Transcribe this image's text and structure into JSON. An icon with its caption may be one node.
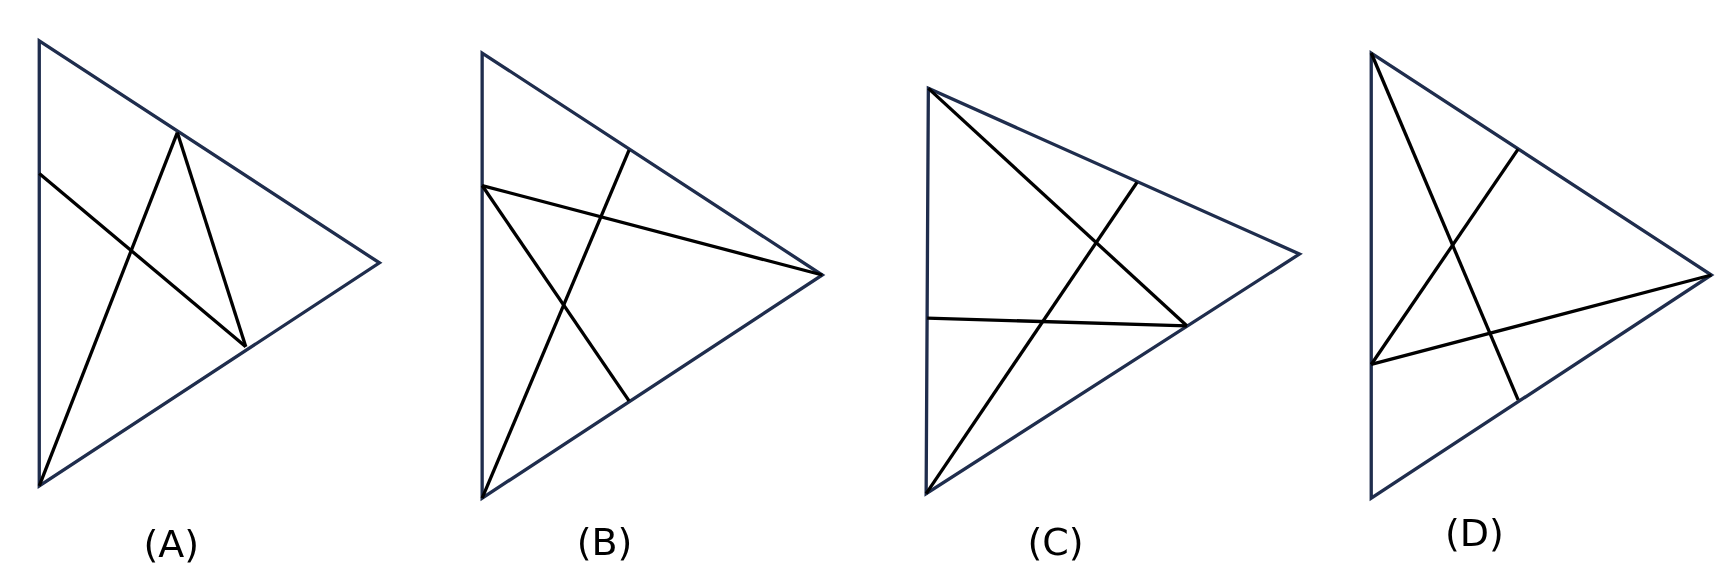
{
  "diagram": {
    "labels": [
      "(A)",
      "(B)",
      "(C)",
      "(D)"
    ]
  }
}
